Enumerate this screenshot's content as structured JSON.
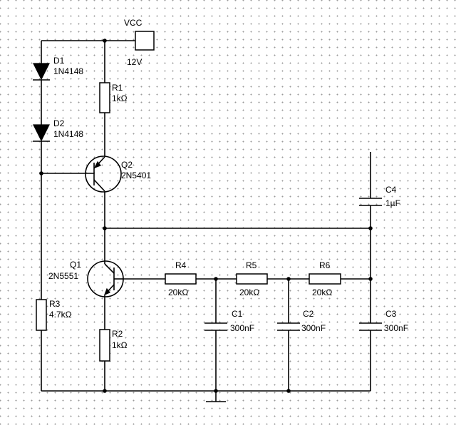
{
  "supply": {
    "name": "VCC",
    "value": "12V"
  },
  "components": {
    "D1": {
      "ref": "D1",
      "value": "1N4148"
    },
    "D2": {
      "ref": "D2",
      "value": "1N4148"
    },
    "R1": {
      "ref": "R1",
      "value": "1kΩ"
    },
    "Q2": {
      "ref": "Q2",
      "value": "2N5401"
    },
    "Q1": {
      "ref": "Q1",
      "value": "2N5551"
    },
    "R2": {
      "ref": "R2",
      "value": "1kΩ"
    },
    "R3": {
      "ref": "R3",
      "value": "4.7kΩ"
    },
    "R4": {
      "ref": "R4",
      "value": "20kΩ"
    },
    "R5": {
      "ref": "R5",
      "value": "20kΩ"
    },
    "R6": {
      "ref": "R6",
      "value": "20kΩ"
    },
    "C1": {
      "ref": "C1",
      "value": "300nF"
    },
    "C2": {
      "ref": "C2",
      "value": "300nF"
    },
    "C3": {
      "ref": "C3",
      "value": "300nF"
    },
    "C4": {
      "ref": "C4",
      "value": "1µF"
    }
  },
  "colors": {
    "wire": "#000000",
    "grid_dot": "#9a9a9a",
    "background": "#ffffff"
  },
  "icons": {
    "supply": "vcc-port-icon",
    "ground": "ground-icon"
  }
}
